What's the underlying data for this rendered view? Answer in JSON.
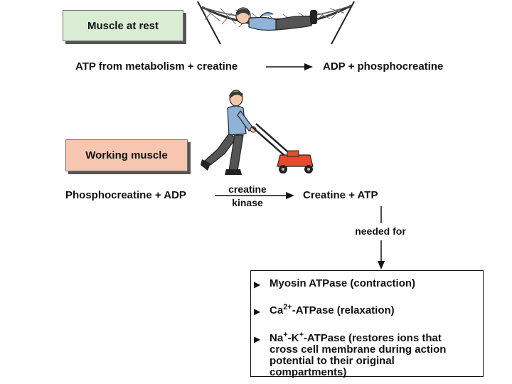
{
  "rest": {
    "label": "Muscle at rest",
    "equation_left": "ATP from metabolism + creatine",
    "equation_right": "ADP + phosphocreatine",
    "box_color": "#d9ecd4"
  },
  "working": {
    "label": "Working muscle",
    "equation_left": "Phosphocreatine + ADP",
    "equation_right": "Creatine + ATP",
    "enzyme_line1": "creatine",
    "enzyme_line2": "kinase",
    "box_color": "#f6c6b1"
  },
  "needed_for": "needed for",
  "uses": [
    {
      "pre": "Myosin ATPase (contraction)",
      "sup1": "",
      "mid": "",
      "sup2": "",
      "post": ""
    },
    {
      "pre": "Ca",
      "sup1": "2+",
      "mid": "-ATPase (relaxation)",
      "sup2": "",
      "post": ""
    },
    {
      "pre": "Na",
      "sup1": "+",
      "mid": "-K",
      "sup2": "+",
      "post": "-ATPase (restores ions that cross cell membrane during action potential to their original compartments)"
    }
  ],
  "illustrations": [
    "hammock-person-illustration",
    "lawnmower-person-illustration"
  ],
  "colors": {
    "lawnmower": "#e8492f",
    "shirt": "#8fb3d6",
    "pants": "#555555"
  }
}
